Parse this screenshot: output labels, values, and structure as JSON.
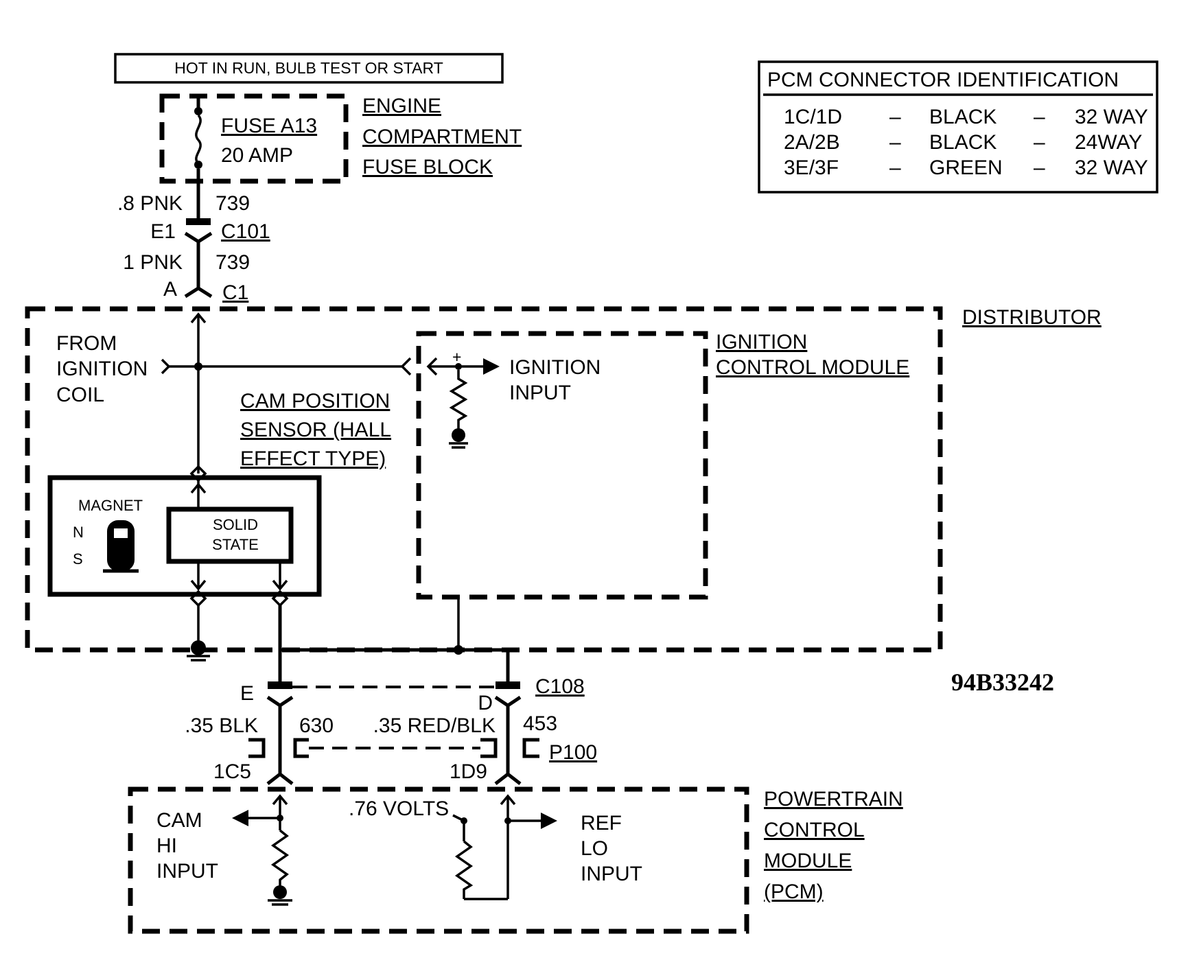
{
  "header_banner": "HOT IN RUN,  BULB TEST OR START",
  "fuse": {
    "name": "FUSE A13",
    "rating": "20 AMP"
  },
  "fuse_block_label": [
    "ENGINE",
    "COMPARTMENT",
    "FUSE BLOCK"
  ],
  "wires": {
    "upper": {
      "gauge": ".8 PNK",
      "circuit": "739"
    },
    "lower": {
      "gauge": "1 PNK",
      "circuit": "739"
    },
    "cam": {
      "gauge": ".35 BLK",
      "circuit": "630"
    },
    "ref": {
      "gauge": ".35 RED/BLK",
      "circuit": "453"
    }
  },
  "connectors": {
    "c101_pin": "E1",
    "c101": "C101",
    "c1_pin": "A",
    "c1": "C1",
    "c108_pin_e": "E",
    "c108_pin_d": "D",
    "c108": "C108",
    "p100": "P100",
    "pcm_pin_cam": "1C5",
    "pcm_pin_ref": "1D9"
  },
  "distributor_label": "DISTRIBUTOR",
  "ignition_coil_label": [
    "FROM",
    "IGNITION",
    "COIL"
  ],
  "cam_sensor_label": [
    "CAM POSITION",
    "SENSOR (HALL",
    "EFFECT TYPE)"
  ],
  "icm_label": [
    "IGNITION",
    "CONTROL MODULE"
  ],
  "icm_input_label": [
    "IGNITION",
    "INPUT"
  ],
  "icm_plus": "+",
  "magnet": {
    "label": "MAGNET",
    "north": "N",
    "south": "S"
  },
  "solid_state": [
    "SOLID",
    "STATE"
  ],
  "pcm_label": [
    "POWERTRAIN",
    "CONTROL",
    "MODULE",
    "(PCM)"
  ],
  "cam_hi_label": [
    "CAM",
    "HI",
    "INPUT"
  ],
  "ref_lo_label": [
    "REF",
    "LO",
    "INPUT"
  ],
  "voltage": ".76 VOLTS",
  "connector_table": {
    "title": "PCM CONNECTOR IDENTIFICATION",
    "rows": [
      {
        "id": "1C/1D",
        "sep1": "–",
        "color": "BLACK",
        "sep2": "–",
        "size": "32 WAY"
      },
      {
        "id": "2A/2B",
        "sep1": "–",
        "color": "BLACK",
        "sep2": "–",
        "size": "24WAY"
      },
      {
        "id": "3E/3F",
        "sep1": "–",
        "color": "GREEN",
        "sep2": "–",
        "size": "32 WAY"
      }
    ]
  },
  "figure_id": "94B33242"
}
